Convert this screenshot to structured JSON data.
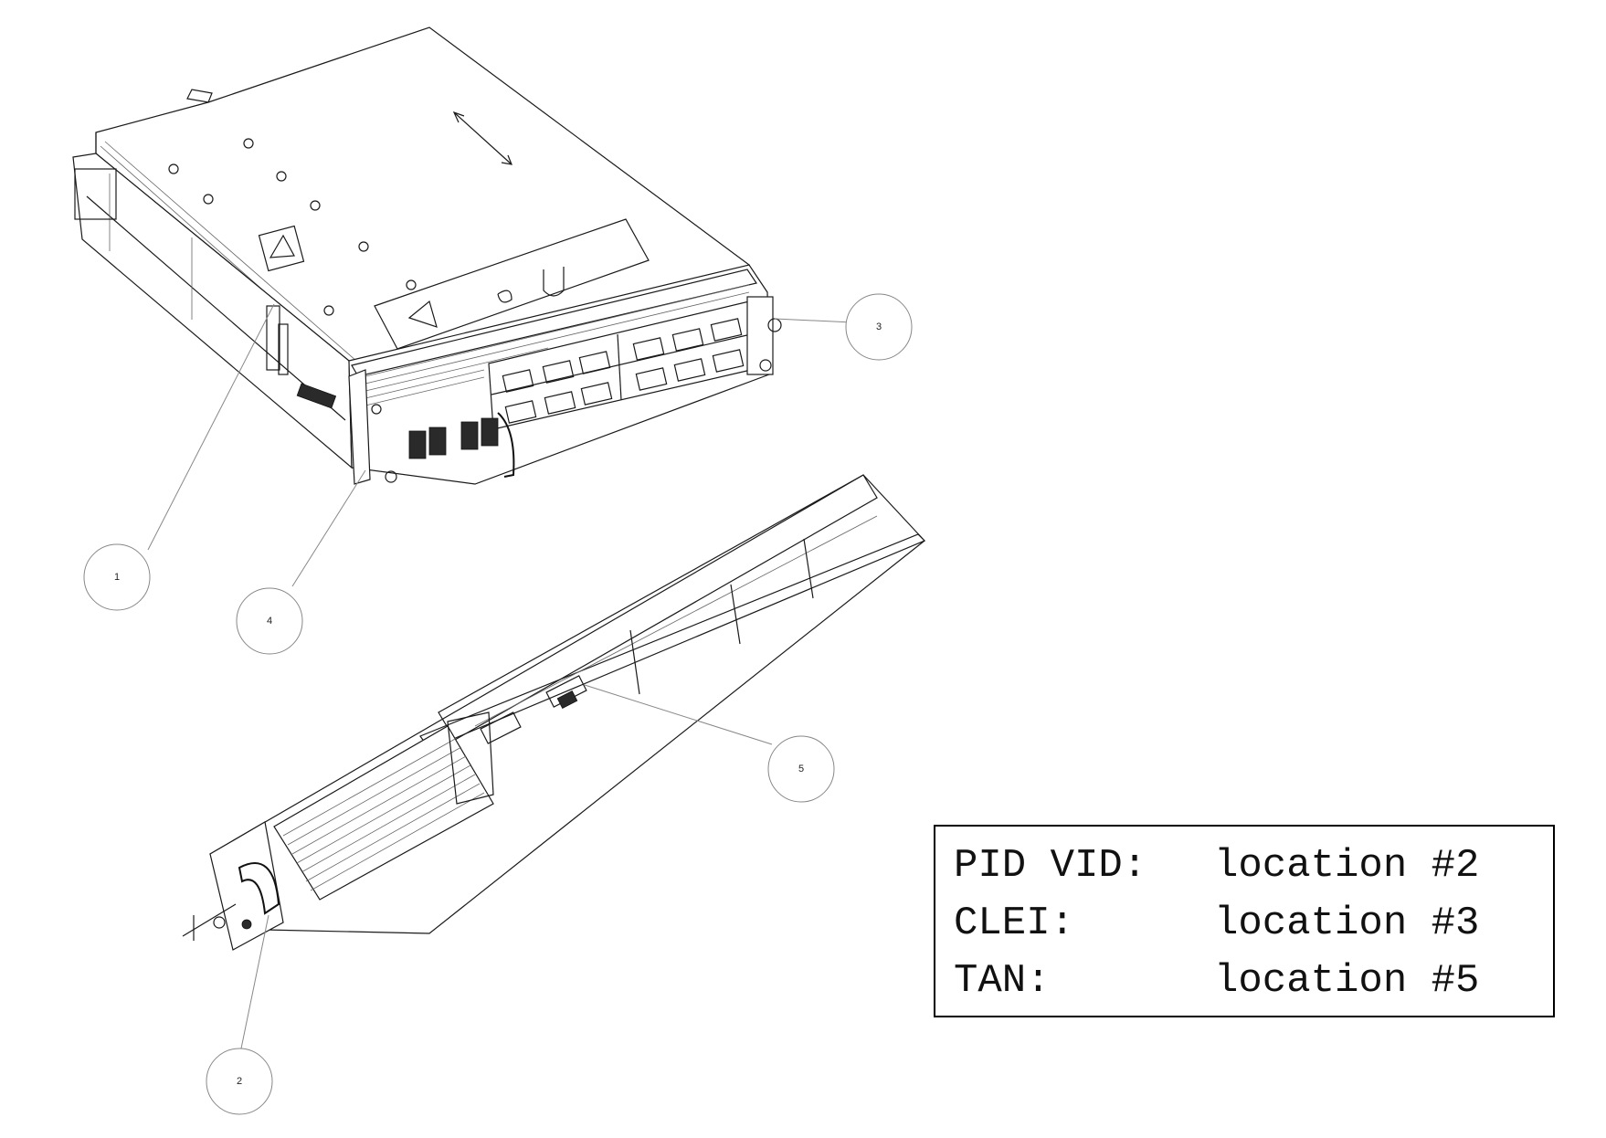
{
  "callouts": [
    {
      "id": "1",
      "label": "1"
    },
    {
      "id": "2",
      "label": "2"
    },
    {
      "id": "3",
      "label": "3"
    },
    {
      "id": "4",
      "label": "4"
    },
    {
      "id": "5",
      "label": "5"
    }
  ],
  "legend": {
    "rows": [
      {
        "key": "PID VID:",
        "value": "location #2"
      },
      {
        "key": "CLEI:",
        "value": "location #3"
      },
      {
        "key": "TAN:",
        "value": "location #5"
      }
    ]
  }
}
